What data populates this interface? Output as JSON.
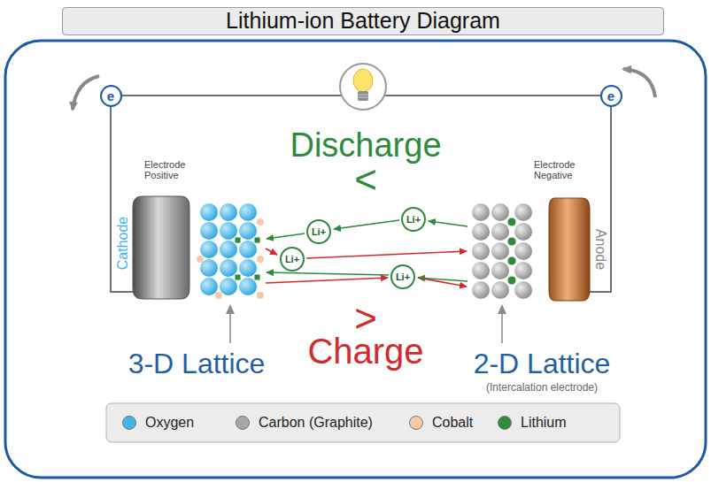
{
  "diagram": {
    "title": "Lithium-ion Battery Diagram",
    "nodes": [
      {
        "text": [
          "e"
        ]
      },
      {
        "text": [
          "e"
        ]
      },
      {
        "text": [
          "Li+"
        ]
      },
      {
        "text": [
          "Li+"
        ]
      },
      {
        "text": [
          "Li+"
        ]
      },
      {
        "text": [
          "Li+"
        ]
      }
    ],
    "labels": [
      "Electrode Positive",
      "Cathode",
      "Discharge",
      "<",
      ">",
      "Charge",
      "Electrode Negative",
      "Anode",
      "3-D Lattice",
      "2-D Lattice",
      "(Intercalation electrode)"
    ],
    "legend": [
      {
        "text": "Oxygen",
        "color": "#3fb6ea"
      },
      {
        "text": "Carbon (Graphite)",
        "color": "#a6a6a6"
      },
      {
        "text": "Cobalt",
        "color": "#f6c9a8"
      },
      {
        "text": "Lithium",
        "color": "#2e8b3e"
      }
    ]
  }
}
